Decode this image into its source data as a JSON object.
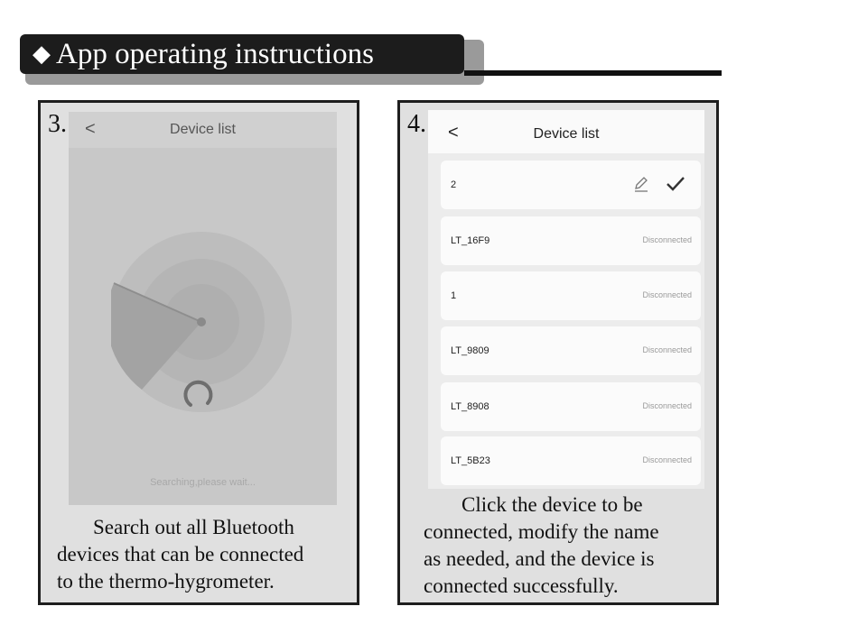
{
  "header": {
    "title": "App operating instructions",
    "diamond": "◆"
  },
  "panel3": {
    "step": "3.",
    "screen": {
      "back": "<",
      "title": "Device list",
      "status": "Searching,please wait..."
    },
    "caption": [
      "Search out all Bluetooth",
      "devices that can be connected",
      "to the thermo-hygrometer."
    ]
  },
  "panel4": {
    "step": "4.",
    "screen": {
      "back": "<",
      "title": "Device list",
      "devices": [
        {
          "name": "2",
          "status": "",
          "editing": true
        },
        {
          "name": "LT_16F9",
          "status": "Disconnected"
        },
        {
          "name": "1",
          "status": "Disconnected"
        },
        {
          "name": "LT_9809",
          "status": "Disconnected"
        },
        {
          "name": "LT_8908",
          "status": "Disconnected"
        },
        {
          "name": "LT_5B23",
          "status": "Disconnected"
        }
      ]
    },
    "caption": [
      "Click the device to be",
      "connected, modify the name",
      "as needed, and the device is",
      "connected successfully."
    ]
  },
  "icons": {
    "edit": "pencil-icon",
    "confirm": "checkmark-icon",
    "back": "chevron-left-icon",
    "loading": "spinner-icon"
  }
}
